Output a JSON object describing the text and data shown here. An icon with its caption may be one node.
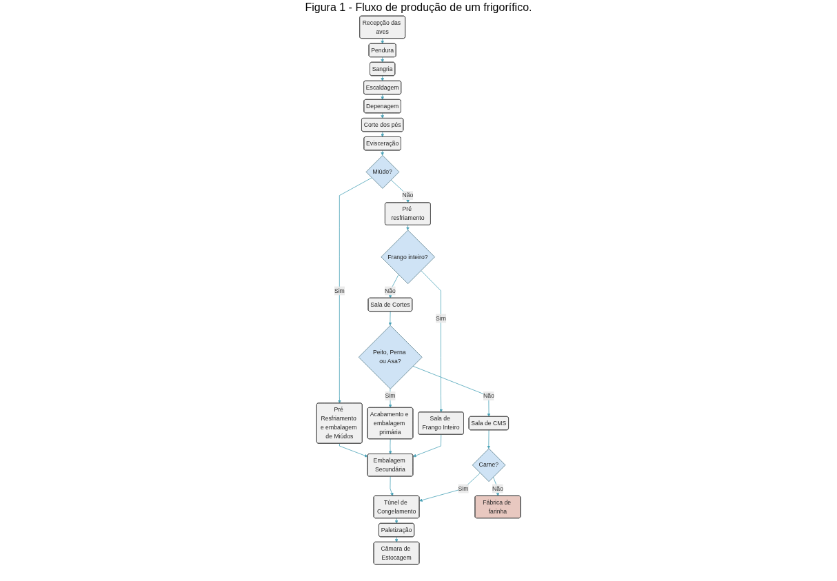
{
  "diagram": {
    "title": "Figura 1 - Fluxo de produção de um frigorífico.",
    "nodes": [
      {
        "text": [
          "Recepção das aves"
        ]
      },
      {
        "text": [
          "Pendura"
        ]
      },
      {
        "text": [
          "Sangria"
        ]
      },
      {
        "text": [
          "Escaldagem"
        ]
      },
      {
        "text": [
          "Depenagem"
        ]
      },
      {
        "text": [
          "Corte dos pés"
        ]
      },
      {
        "text": [
          "Evisceração"
        ]
      },
      {
        "text": [
          "Miúdo?"
        ]
      },
      {
        "text": [
          "Pré resfriamento"
        ]
      },
      {
        "text": [
          "Frango inteiro?"
        ]
      },
      {
        "text": [
          "Sala de Frango Inteiro"
        ]
      },
      {
        "text": [
          "Sala de Cortes"
        ]
      },
      {
        "text": [
          "Pré Resfriamento e embalagem de Miúdos"
        ]
      },
      {
        "text": [
          "Acabamento e embalagem primária"
        ]
      },
      {
        "text": [
          "Peito, Perna ou Asa?"
        ]
      },
      {
        "text": [
          "Sala de CMS"
        ]
      },
      {
        "text": [
          "Embalagem Secundária"
        ]
      },
      {
        "text": [
          "Túnel de Congelamento"
        ]
      },
      {
        "text": [
          "Carne?"
        ]
      },
      {
        "text": [
          "Paletização"
        ]
      },
      {
        "text": [
          "Câmara de Estocagem"
        ]
      },
      {
        "text": [
          "Fábrica de farinha"
        ]
      }
    ],
    "edges": [
      {
        "from": 0,
        "to": 1,
        "arrow": "to"
      },
      {
        "from": 1,
        "to": 2,
        "arrow": "to"
      },
      {
        "from": 2,
        "to": 3,
        "arrow": "to"
      },
      {
        "from": 3,
        "to": 4,
        "arrow": "to"
      },
      {
        "from": 4,
        "to": 5,
        "arrow": "to"
      },
      {
        "from": 5,
        "to": 6,
        "arrow": "to"
      },
      {
        "from": 6,
        "to": 7,
        "arrow": "to"
      },
      {
        "from": 7,
        "to": 8,
        "arrow": "to",
        "label": "Não"
      },
      {
        "from": 7,
        "to": 12,
        "arrow": "to",
        "label": "Sim"
      },
      {
        "from": 8,
        "to": 9,
        "arrow": "to"
      },
      {
        "from": 9,
        "to": 10,
        "arrow": "to",
        "label": "Sim"
      },
      {
        "from": 9,
        "to": 11,
        "arrow": "to",
        "label": "Não"
      },
      {
        "from": 11,
        "to": 14,
        "arrow": "to"
      },
      {
        "from": 14,
        "to": 13,
        "arrow": "to",
        "label": "Sim"
      },
      {
        "from": 14,
        "to": 15,
        "arrow": "to",
        "label": "Não"
      },
      {
        "from": 12,
        "to": 16,
        "arrow": "to"
      },
      {
        "from": 13,
        "to": 16,
        "arrow": "to"
      },
      {
        "from": 10,
        "to": 16,
        "arrow": "to"
      },
      {
        "from": 16,
        "to": 17,
        "arrow": "to"
      },
      {
        "from": 15,
        "to": 18,
        "arrow": "to"
      },
      {
        "from": 18,
        "to": 17,
        "arrow": "to",
        "label": "Sim"
      },
      {
        "from": 18,
        "to": 21,
        "arrow": "to",
        "label": "Não"
      },
      {
        "from": 17,
        "to": 19,
        "arrow": "to"
      },
      {
        "from": 19,
        "to": 20,
        "arrow": "to"
      }
    ]
  }
}
